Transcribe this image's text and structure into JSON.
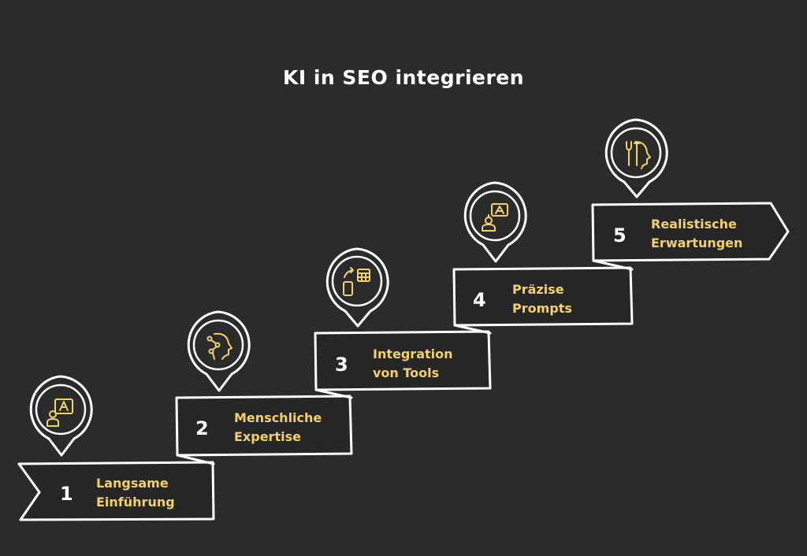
{
  "title": "KI in SEO integrieren",
  "steps": [
    {
      "number": "1",
      "line1": "Langsame",
      "line2": "Einführung",
      "icon": "person-presentation-icon"
    },
    {
      "number": "2",
      "line1": "Menschliche",
      "line2": "Expertise",
      "icon": "brain-network-head-icon"
    },
    {
      "number": "3",
      "line1": "Integration",
      "line2": "von Tools",
      "icon": "phone-calculator-sync-icon"
    },
    {
      "number": "4",
      "line1": "Präzise",
      "line2": "Prompts",
      "icon": "robot-chat-icon"
    },
    {
      "number": "5",
      "line1": "Realistische",
      "line2": "Erwartungen",
      "icon": "head-tools-icon"
    }
  ],
  "colors": {
    "background": "#2b2b2b",
    "accent": "#f2d06b",
    "outline": "#ffffff"
  }
}
